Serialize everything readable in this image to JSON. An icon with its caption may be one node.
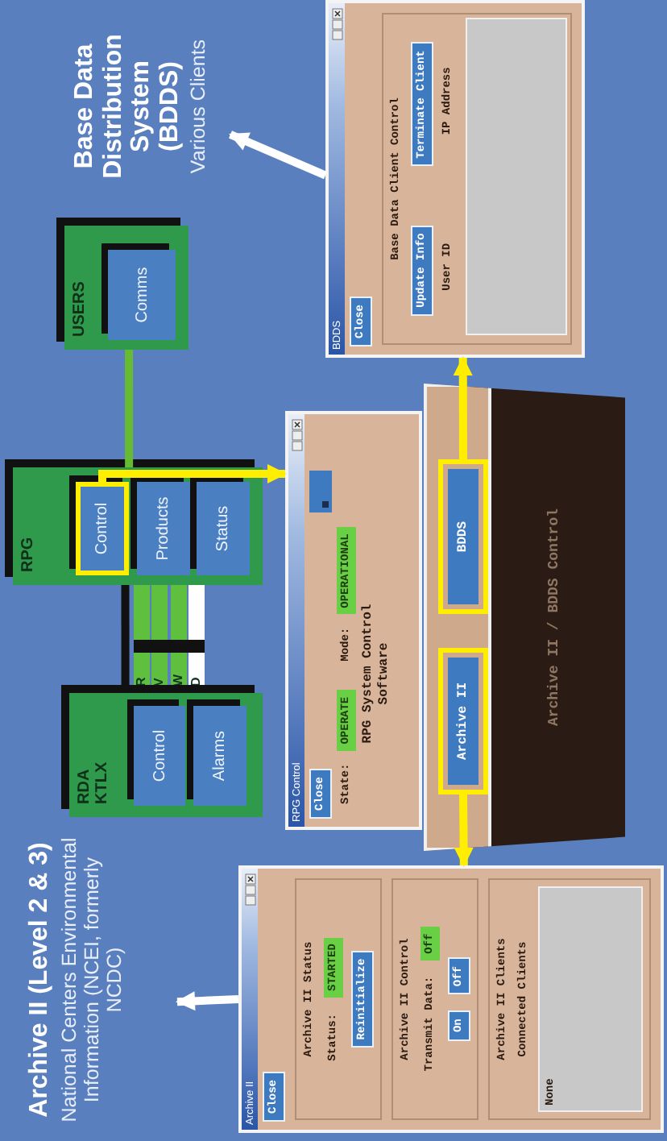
{
  "diagram": {
    "nodes": [
      {
        "text": [
          "Archive II (Level 2 & 3)",
          "National Centers Environmental Information (NCEI, formerly NCDC)"
        ]
      },
      {
        "text": [
          "Archive II",
          "Close",
          "Archive II Status",
          "Status:",
          "STARTED",
          "Reinitialize",
          "Archive II Control",
          "Transmit Data:",
          "Off",
          "On",
          "Off",
          "Archive II Clients",
          "Connected Clients",
          "None"
        ]
      },
      {
        "text": [
          "RDA KTLX"
        ]
      },
      {
        "text": [
          "Control"
        ],
        "in": 2
      },
      {
        "text": [
          "Alarms"
        ],
        "in": 2
      },
      {
        "text": [
          "RPG"
        ]
      },
      {
        "text": [
          "Control"
        ],
        "in": 5
      },
      {
        "text": [
          "Products"
        ],
        "in": 5
      },
      {
        "text": [
          "Status"
        ],
        "in": 5
      },
      {
        "text": [
          "RPG Control",
          "Close",
          "State:",
          "OPERATE",
          "Mode:",
          "OPERATIONAL",
          "RPG System Control Software"
        ]
      },
      {
        "text": [
          "Archive II / BDDS Control"
        ]
      },
      {
        "text": [
          "Archive II"
        ],
        "in": 10
      },
      {
        "text": [
          "BDDS"
        ],
        "in": 10
      },
      {
        "text": [
          "USERS"
        ]
      },
      {
        "text": [
          "Comms"
        ],
        "in": 13
      },
      {
        "text": [
          "BDDS",
          "Close",
          "Base Data Client Control",
          "Update Info",
          "Terminate Client",
          "User ID",
          "IP Address"
        ]
      },
      {
        "text": [
          "Base Data Distribution System (BDDS)",
          "Various Clients"
        ]
      },
      {
        "text": [],
        "shape": "box",
        "in": 15
      }
    ],
    "edges": [
      {
        "from": 2,
        "to": 5,
        "arrow": "none",
        "color": "#111111"
      },
      {
        "from": 5,
        "to": 13,
        "arrow": "none",
        "color": "#66bb33"
      },
      {
        "from": 6,
        "to": 9,
        "arrow": "to",
        "color": "#ffee00"
      },
      {
        "from": 11,
        "to": 1,
        "arrow": "to",
        "color": "#ffee00"
      },
      {
        "from": 12,
        "to": 15,
        "arrow": "to",
        "color": "#ffee00"
      },
      {
        "from": 15,
        "to": 16,
        "arrow": "to",
        "color": "#ffffff"
      },
      {
        "from": 1,
        "to": 0,
        "arrow": "to",
        "color": "#ffffff"
      }
    ],
    "labels": [
      "R",
      "V",
      "W",
      "D"
    ]
  }
}
